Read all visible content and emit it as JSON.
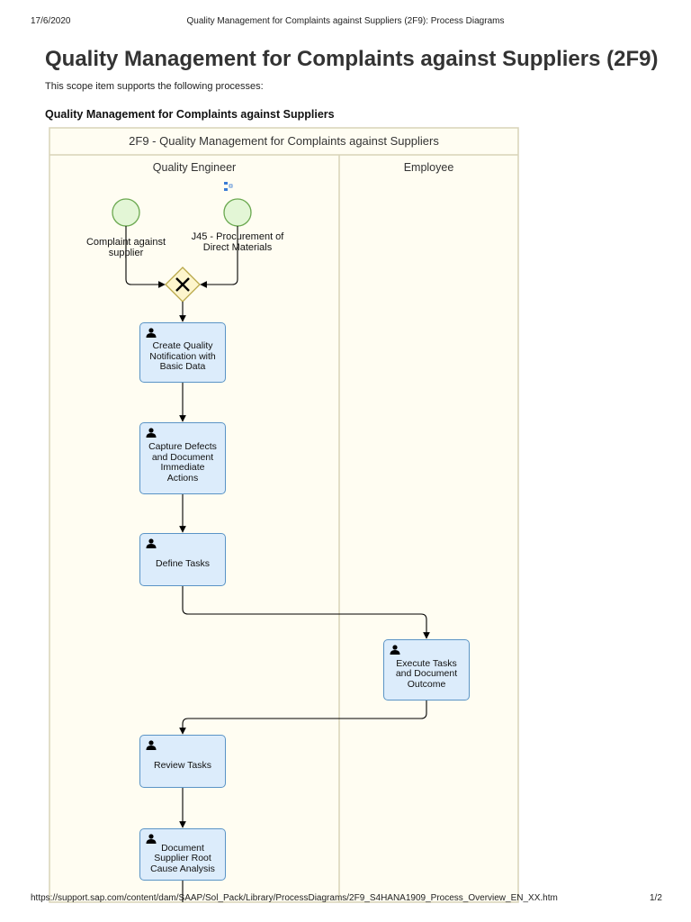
{
  "header": {
    "date": "17/6/2020",
    "doc_title": "Quality Management for Complaints against Suppliers (2F9): Process Diagrams"
  },
  "page": {
    "title": "Quality Management for Complaints against Suppliers (2F9)",
    "intro": "This scope item supports the following processes:",
    "subheading": "Quality Management for Complaints against Suppliers"
  },
  "diagram": {
    "pool_title": "2F9 - Quality Management for Complaints against Suppliers",
    "lanes": [
      "Quality Engineer",
      "Employee"
    ],
    "events": [
      {
        "id": "start-complaint",
        "label": "Complaint against supplier"
      },
      {
        "id": "start-j45",
        "label": "J45 - Procurement of Direct Materials"
      }
    ],
    "gateway": "exclusive",
    "tasks": [
      {
        "id": "create-quality-notification",
        "label": "Create Quality Notification with Basic Data",
        "lane": "Quality Engineer"
      },
      {
        "id": "capture-defects",
        "label": "Capture Defects and Document Immediate Actions",
        "lane": "Quality Engineer"
      },
      {
        "id": "define-tasks",
        "label": "Define Tasks",
        "lane": "Quality Engineer"
      },
      {
        "id": "execute-tasks",
        "label": "Execute Tasks and Document Outcome",
        "lane": "Employee"
      },
      {
        "id": "review-tasks",
        "label": "Review Tasks",
        "lane": "Quality Engineer"
      },
      {
        "id": "document-root-cause",
        "label": "Document Supplier Root Cause Analysis",
        "lane": "Quality Engineer"
      }
    ],
    "colors": {
      "pool_fill": "#fffdf2",
      "pool_border": "#d8d3b8",
      "event_fill": "#e3f6d6",
      "event_border": "#6aa84f",
      "gateway_fill": "#fdf5cc",
      "gateway_border": "#b9a84a",
      "task_fill": "#dcecfb",
      "task_border": "#5a94c6"
    }
  },
  "footer": {
    "url": "https://support.sap.com/content/dam/SAAP/Sol_Pack/Library/ProcessDiagrams/2F9_S4HANA1909_Process_Overview_EN_XX.htm",
    "page": "1/2"
  }
}
